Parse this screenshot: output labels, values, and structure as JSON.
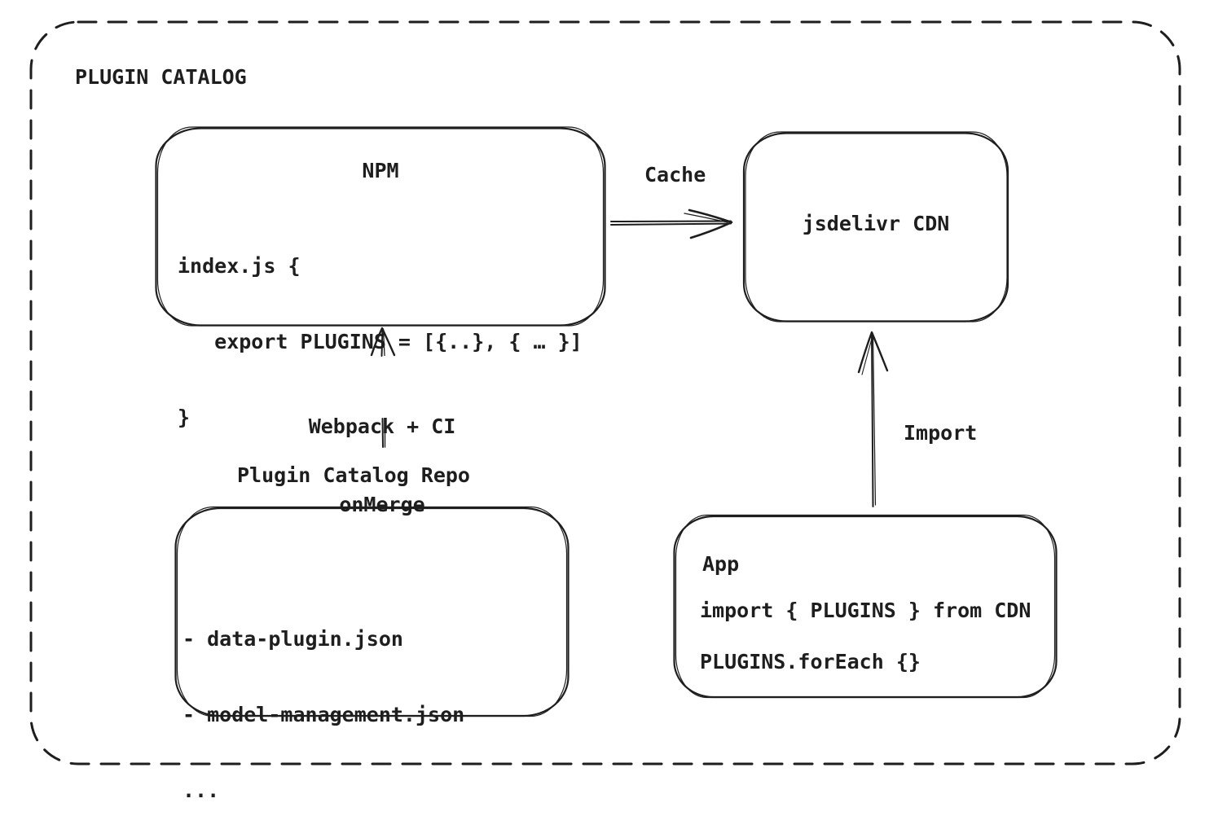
{
  "title": "PLUGIN CATALOG",
  "colors": {
    "stroke": "#1e1e1e",
    "text": "#1e1e1e",
    "background": "#ffffff"
  },
  "nodes": {
    "npm": {
      "title": "NPM",
      "code": [
        "index.js {",
        "   export PLUGINS = [{..}, { … }]",
        "}"
      ]
    },
    "cdn": {
      "label": "jsdelivr CDN"
    },
    "repo": {
      "label": "Plugin Catalog Repo",
      "files": [
        "- data-plugin.json",
        "- model-management.json",
        "..."
      ]
    },
    "app": {
      "title": "App",
      "code": [
        "import { PLUGINS } from CDN",
        "PLUGINS.forEach {}"
      ]
    }
  },
  "edges": {
    "cache": {
      "label": "Cache"
    },
    "build": {
      "line1": "Webpack + CI",
      "line2": "onMerge"
    },
    "import": {
      "label": "Import"
    }
  }
}
